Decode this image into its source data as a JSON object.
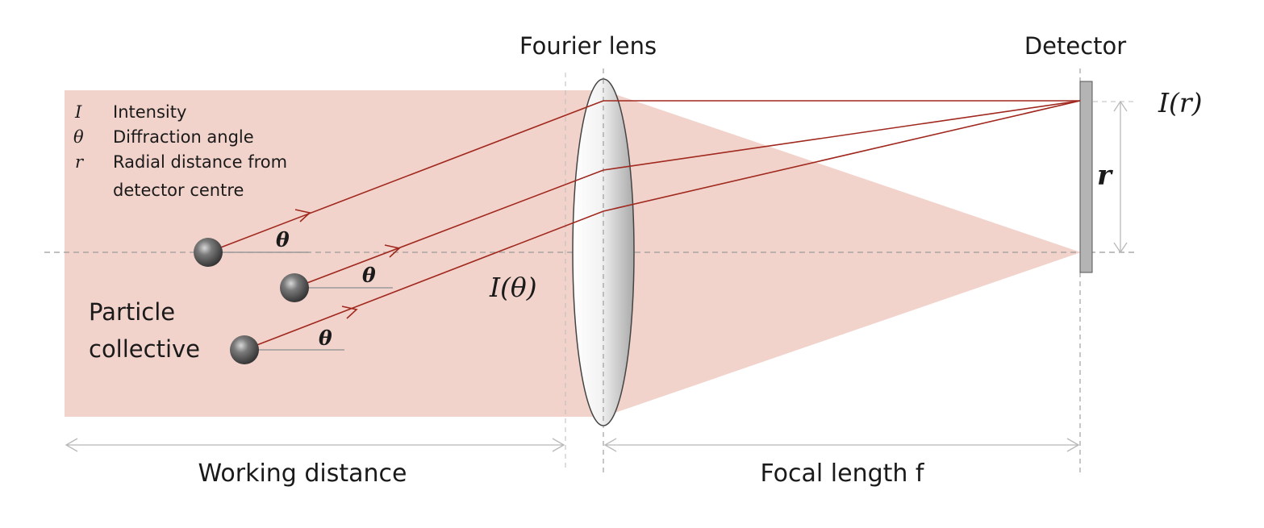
{
  "labels": {
    "fourier_lens": "Fourier lens",
    "detector": "Detector",
    "particle_line1": "Particle",
    "particle_line2": "collective",
    "working_distance": "Working distance",
    "focal_length": "Focal length f",
    "intensity_theta": "I(θ)",
    "intensity_r": "I(r)",
    "r": "r",
    "theta": "θ"
  },
  "legend": [
    {
      "symbol": "I",
      "text": "Intensity"
    },
    {
      "symbol": "θ",
      "text": "Diffraction angle"
    },
    {
      "symbol": "r",
      "text": "Radial distance from"
    },
    {
      "symbol": "",
      "text": "detector centre"
    }
  ],
  "colors": {
    "beam": "#f2d3cb",
    "ray": "#a0281e",
    "axis": "#9a9a9a",
    "detector": "#b4b4b4",
    "dim": "#b8b8b8"
  }
}
